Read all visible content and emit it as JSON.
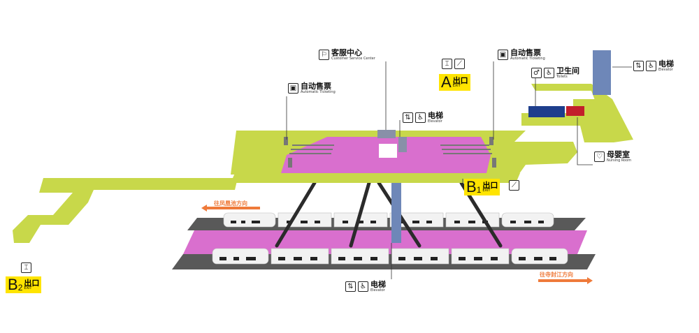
{
  "labels": {
    "customer_service": {
      "cn": "客服中心",
      "en": "Customer Service Center"
    },
    "ticketing_left": {
      "cn": "自动售票",
      "en": "Automatic Ticketing"
    },
    "ticketing_right": {
      "cn": "自动售票",
      "en": "Automatic Ticketing"
    },
    "elevator_center": {
      "cn": "电梯",
      "en": "Elevator"
    },
    "elevator_right": {
      "cn": "电梯",
      "en": "Elevator"
    },
    "elevator_bottom": {
      "cn": "电梯",
      "en": "Elevator"
    },
    "toilets": {
      "cn": "卫生间",
      "en": "Toilets"
    },
    "nursing_room": {
      "cn": "母婴室",
      "en": "Nursing Room"
    }
  },
  "exits": {
    "a": {
      "letter": "A",
      "num": "",
      "cn": "出口",
      "en": "EXIT"
    },
    "b1": {
      "letter": "B",
      "num": "1",
      "cn": "出口",
      "en": "EXIT"
    },
    "b2": {
      "letter": "B",
      "num": "2",
      "cn": "出口",
      "en": "EXIT"
    }
  },
  "directions": {
    "left": "往凤凰池方向",
    "right": "往寺封江方向"
  },
  "icons": {
    "ticket": "ticket-machine-icon",
    "service": "service-desk-icon",
    "elevator": "elevator-icon",
    "wheelchair": "wheelchair-icon",
    "escalator": "escalator-icon",
    "stairs": "stairs-icon",
    "toilet": "toilet-icon",
    "nursing": "nursing-room-icon"
  },
  "colors": {
    "concourse": "#c8d84a",
    "paid_area": "#d96fce",
    "track": "#595959",
    "exit_badge": "#ffe400",
    "direction_arrow": "#ef7a3a",
    "elevator_shaft": "#6e87b8"
  }
}
